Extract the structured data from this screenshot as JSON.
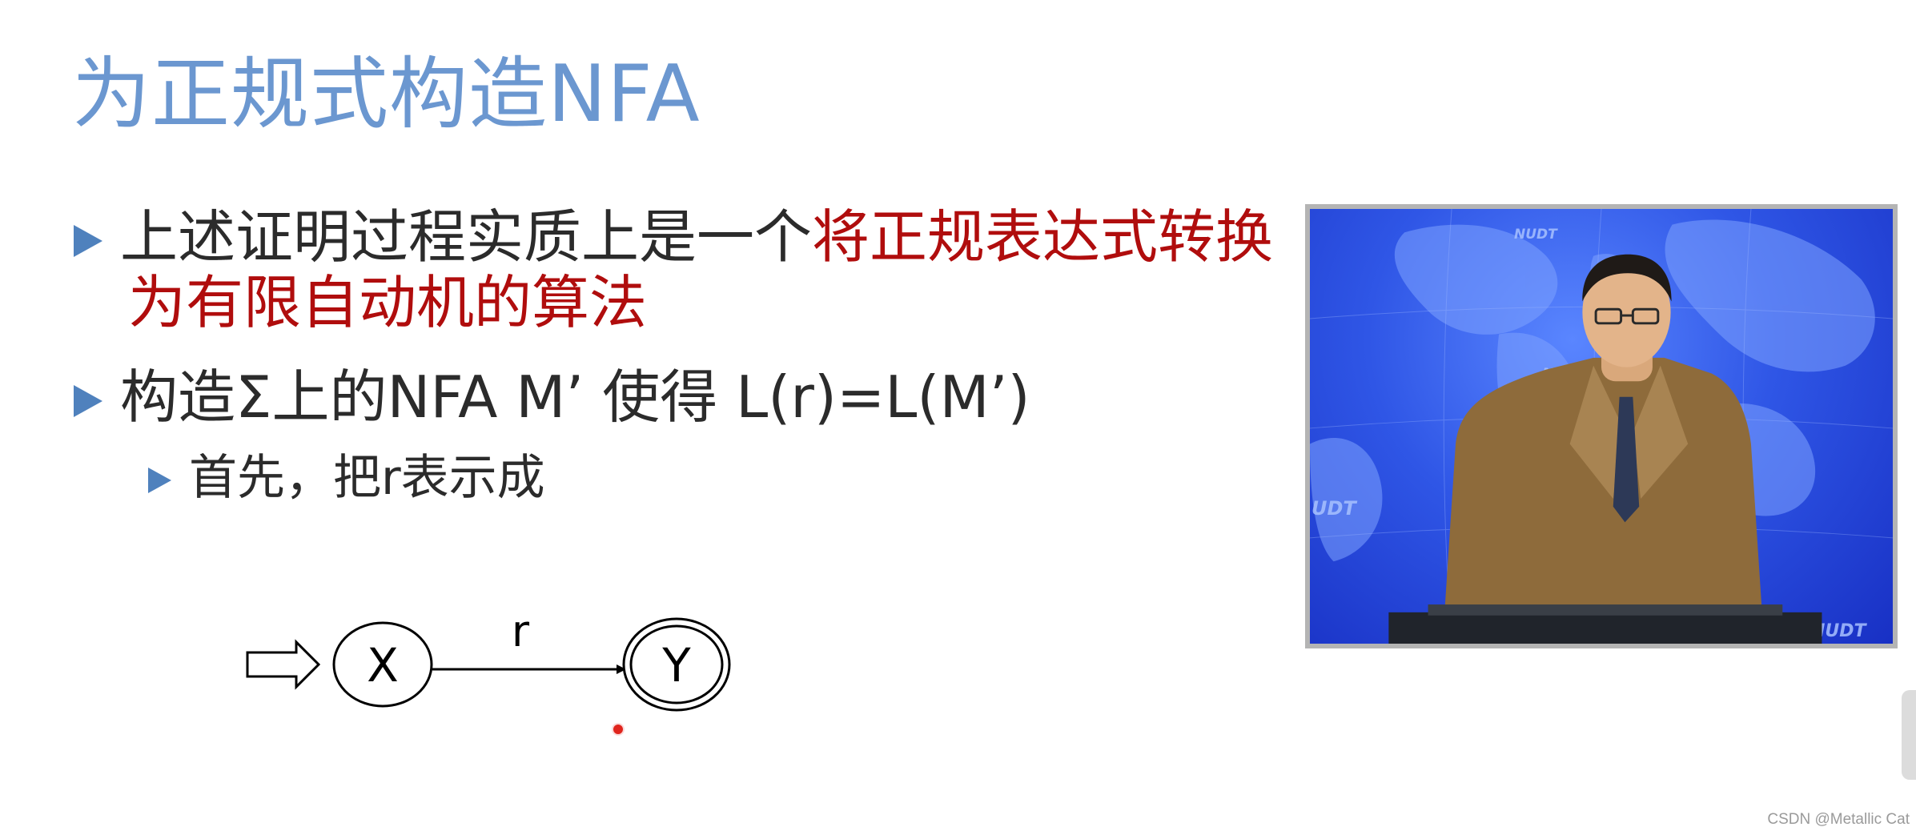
{
  "slide": {
    "title": "为正规式构造NFA",
    "bullets": [
      {
        "line1_plain": "上述证明过程实质上是一个",
        "line1_red": "将正规表达式转换",
        "line2_red": "为有限自动机的算法"
      },
      {
        "text": "构造Σ上的NFA M’ 使得 L(r)=L(M’)"
      }
    ],
    "subbullet": "首先，把r表示成",
    "diagram": {
      "start_state": "X",
      "final_state": "Y",
      "edge_label": "r"
    }
  },
  "video": {
    "watermarks": [
      "NUDT",
      "NUDT",
      "UDT",
      "NUDT"
    ]
  },
  "footer": {
    "watermark": "CSDN @Metallic Cat"
  },
  "colors": {
    "title": "#6b97d0",
    "bullet": "#4f81bd",
    "emphasis": "#b00d0d"
  }
}
